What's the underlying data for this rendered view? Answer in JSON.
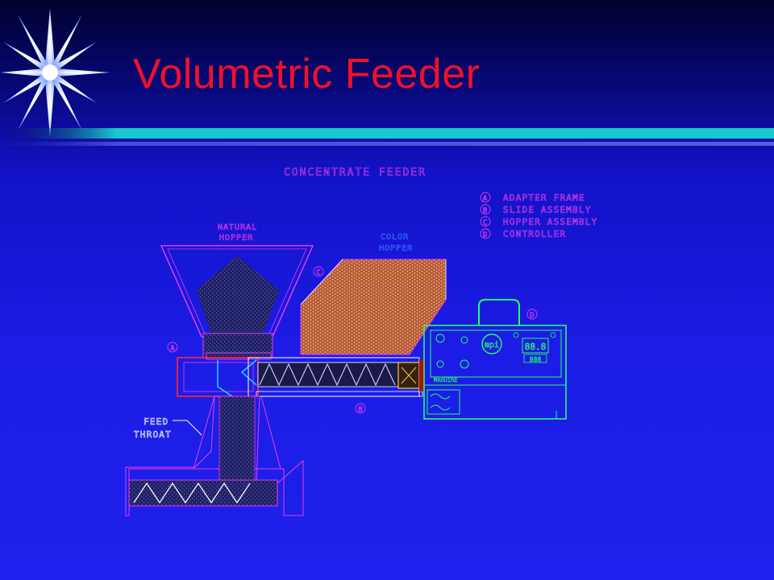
{
  "slide": {
    "title": "Volumetric Feeder",
    "colors": {
      "title": "#f0102a",
      "background": "#1c1ce6",
      "rule": "#18c8cc",
      "cad_magenta": "#e63ce8",
      "cad_green": "#22ff66",
      "cad_orange": "#ff8a3a"
    }
  },
  "diagram": {
    "heading": "CONCENTRATE FEEDER",
    "natural_hopper": [
      "NATURAL",
      "HOPPER"
    ],
    "color_hopper": [
      "COLOR",
      "HOPPER"
    ],
    "feed_throat": [
      "FEED",
      "THROAT"
    ],
    "legend": [
      {
        "key": "A",
        "label": "ADAPTER FRAME"
      },
      {
        "key": "B",
        "label": "SLIDE ASSEMBLY"
      },
      {
        "key": "C",
        "label": "HOPPER ASSEMBLY"
      },
      {
        "key": "D",
        "label": "CONTROLLER"
      }
    ],
    "callouts": {
      "a": "A",
      "b": "B",
      "c": "C",
      "d": "D"
    },
    "controller": {
      "logo": "mpi",
      "readout_1": "88.8",
      "readout_2": "888",
      "brand": "MAGUIRE"
    }
  }
}
